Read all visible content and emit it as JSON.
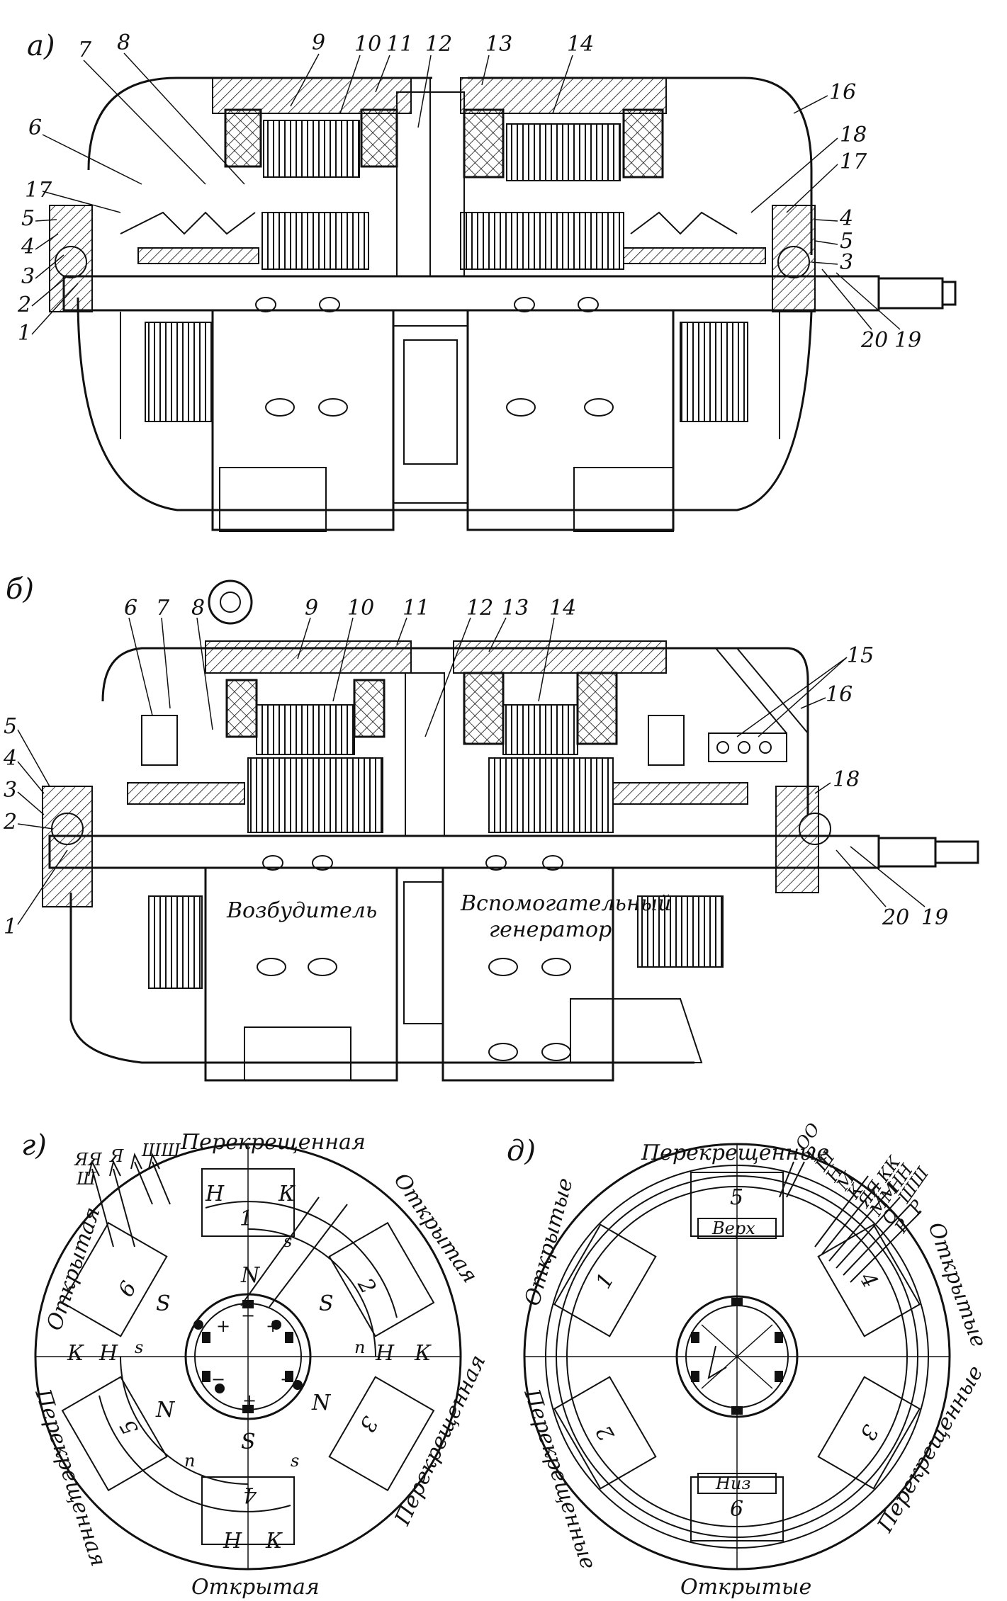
{
  "panels": {
    "a": {
      "label": "а)",
      "callouts": [
        "7",
        "8",
        "9",
        "10",
        "11",
        "12",
        "13",
        "14",
        "16",
        "6",
        "17",
        "18",
        "17",
        "5",
        "4",
        "4",
        "5",
        "3",
        "3",
        "2",
        "1",
        "20",
        "19"
      ]
    },
    "b": {
      "label": "б)",
      "callouts": [
        "6",
        "7",
        "8",
        "9",
        "10",
        "11",
        "12",
        "13",
        "14",
        "15",
        "16",
        "5",
        "4",
        "3",
        "2",
        "1",
        "18",
        "20",
        "19"
      ],
      "text_exciter": "Возбудитель",
      "text_aux_gen_1": "Вспомогательный",
      "text_aux_gen_2": "генератор"
    },
    "g": {
      "label": "г)",
      "terminals": [
        "ЯЯ",
        "Я",
        "ШШ",
        "Ш"
      ],
      "side_top": "Перекрещенная",
      "side_right_top": "Открытая",
      "side_left_top": "Открытая",
      "side_left_bottom": "Перекрещенная",
      "side_right_bottom": "Перекрещенная",
      "side_bottom": "Открытая",
      "pole_numbers": [
        "1",
        "2",
        "3",
        "4",
        "5",
        "6"
      ],
      "letters": {
        "H": "Н",
        "K": "К",
        "N": "N",
        "S": "S",
        "n": "n",
        "s": "s",
        "plus": "+",
        "minus": "−"
      }
    },
    "d": {
      "label": "д)",
      "terminals": [
        "ОО",
        "Р",
        "Ш",
        "Н",
        "М",
        "К",
        "ЯЯ",
        "КК",
        "ММ",
        "НН",
        "О",
        "ШШ",
        "Р",
        "Р"
      ],
      "side_top": "Перекрещенные",
      "side_left_top": "Открытые",
      "side_right_top": "Открытые",
      "side_left_bottom": "Перекрещенные",
      "side_right_bottom": "Перекрещенные",
      "side_bottom": "Открытые",
      "box_top": "Верх",
      "box_bottom": "Низ",
      "pole_numbers": [
        "1",
        "2",
        "3",
        "4",
        "5",
        "6"
      ]
    }
  }
}
